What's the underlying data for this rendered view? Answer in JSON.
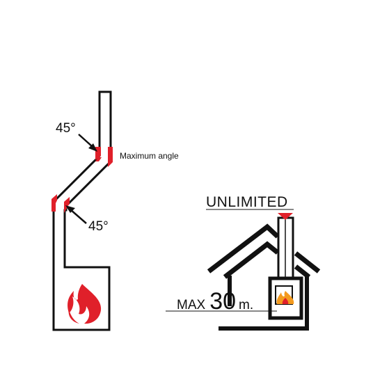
{
  "left_diagram": {
    "angle_top": "45°",
    "angle_bottom": "45°",
    "note": "Maximum angle"
  },
  "right_diagram": {
    "top_label": "UNLIMITED",
    "max_prefix": "MAX",
    "max_value": "30",
    "max_unit": "m."
  },
  "colors": {
    "line": "#111111",
    "accent": "#e0202a",
    "flame_orange": "#f39a1e"
  },
  "icons": [
    "arrow-icon",
    "flame-icon",
    "downward-arrow-icon"
  ]
}
